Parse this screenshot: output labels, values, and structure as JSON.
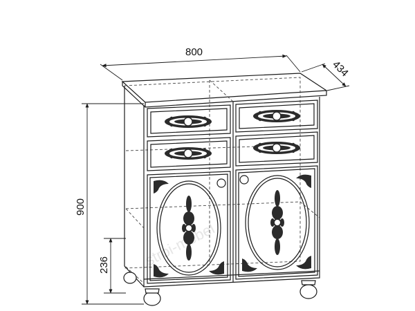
{
  "drawing": {
    "subject": "chest of drawers with two drawers rows and two doors",
    "line_color": "#1a1a1a",
    "ornament_color": "#2b2b2b",
    "watermark_color": "#e6e6e6"
  },
  "dimensions": {
    "width": "800",
    "depth": "434",
    "height": "900",
    "inner_shelf_height": "236"
  },
  "watermark": {
    "text": "stroi-mebel"
  }
}
